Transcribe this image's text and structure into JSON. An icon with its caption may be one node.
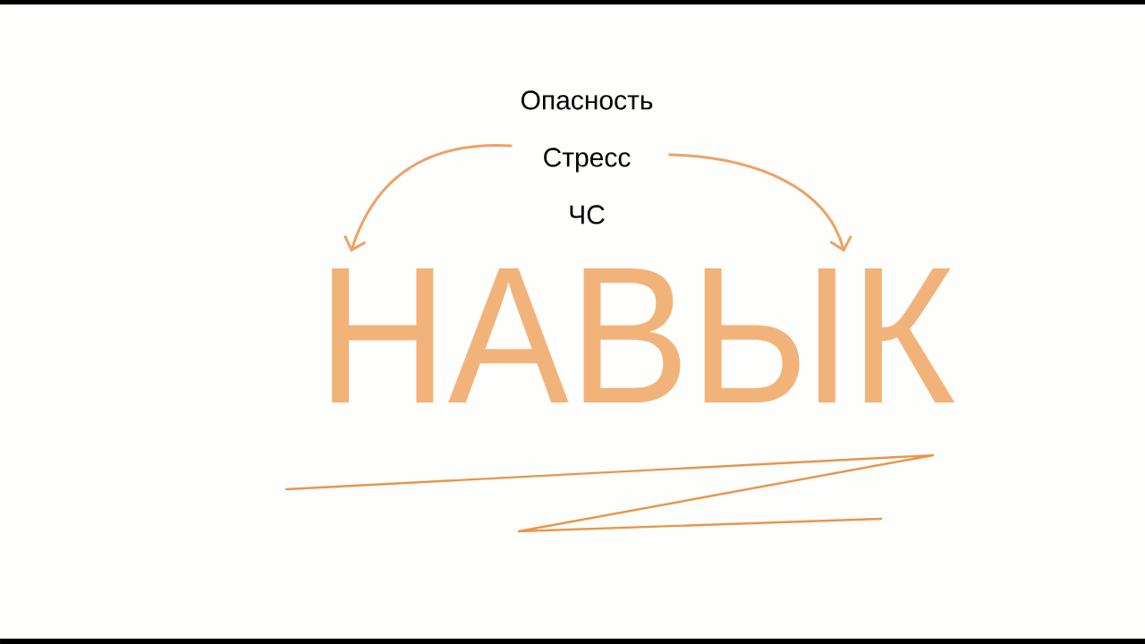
{
  "diagram": {
    "nodes": [
      {
        "text": [
          "Опасность",
          "Стресс",
          "ЧС"
        ]
      },
      {
        "text": [
          "НАВЫК"
        ]
      }
    ],
    "edges": [
      {
        "from": 0,
        "to": 1,
        "arrow": "to"
      },
      {
        "from": 0,
        "to": 1,
        "arrow": "to"
      }
    ]
  }
}
